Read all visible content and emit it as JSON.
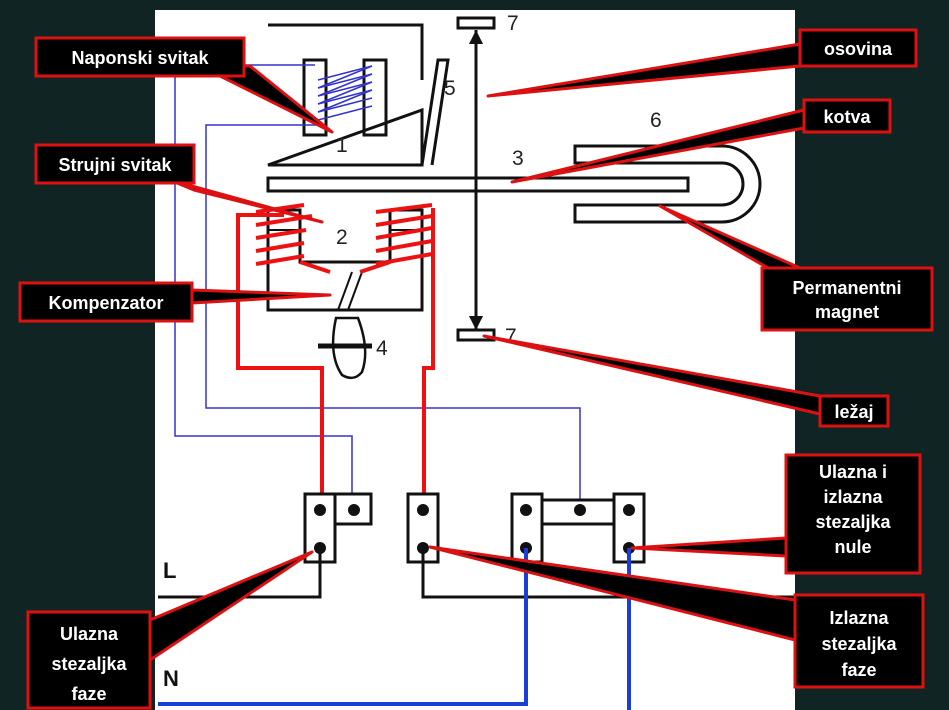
{
  "colors": {
    "background_dark": "#102424",
    "panel": "#ffffff",
    "line_red": "#ee1111",
    "line_blue": "#3333cc",
    "wire_blue": "#1a3fd9",
    "callout_fill": "#000000",
    "callout_border": "#dd1111"
  },
  "numbers": {
    "n1": "1",
    "n2": "2",
    "n3": "3",
    "n4": "4",
    "n5": "5",
    "n6": "6",
    "n7_top": "7",
    "n7_bottom": "7"
  },
  "letters": {
    "L": "L",
    "N": "N"
  },
  "callouts": {
    "naponski_svitak": [
      "Naponski svitak"
    ],
    "strujni_svitak": [
      "Strujni svitak"
    ],
    "kompenzator": [
      "Kompenzator"
    ],
    "osovina": [
      "osovina"
    ],
    "kotva": [
      "kotva"
    ],
    "permanentni_magnet": [
      "Permanentni",
      "magnet"
    ],
    "lezaj": [
      "ležaj"
    ],
    "ulazna_izlazna_nule": [
      "Ulazna i",
      "izlazna",
      "stezaljka",
      "nule"
    ],
    "izlazna_faze": [
      "Izlazna",
      "stezaljka",
      "faze"
    ],
    "ulazna_faze": [
      "Ulazna",
      "stezaljka",
      "faze"
    ]
  }
}
